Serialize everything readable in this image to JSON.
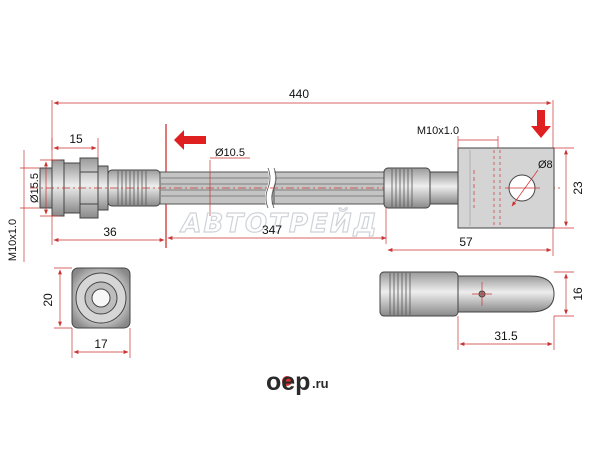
{
  "dimensions": {
    "overall_length": "440",
    "fitting_length": "15",
    "collar_diameter": "Ø15.5",
    "thread_left": "M10x1.0",
    "left_offset": "36",
    "hose_diameter": "Ø10.5",
    "hose_length": "347",
    "thread_right": "M10x1.0",
    "bracket_hole": "Ø8",
    "bracket_height": "23",
    "right_offset": "57",
    "nut_height": "20",
    "nut_width": "17",
    "bracket_thickness": "16",
    "bracket_length": "31.5"
  },
  "watermark": "АВТОТРЕЙД",
  "logo": {
    "name": "oep",
    "tld": ".ru"
  },
  "colors": {
    "dimension": "#cc3333",
    "arrow": "#e02020",
    "outline": "#444444",
    "logo_red": "#e03030"
  }
}
